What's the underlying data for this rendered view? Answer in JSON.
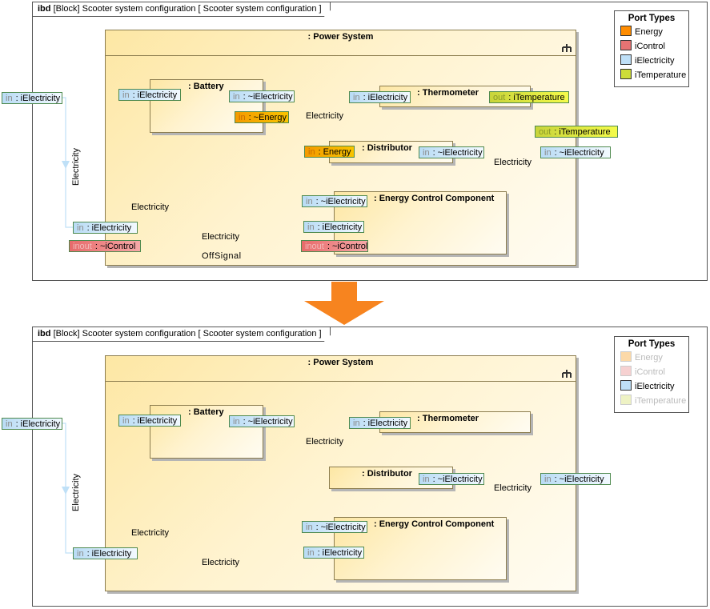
{
  "diagrams": [
    {
      "frame": {
        "kind": "ibd",
        "title": "[Block] Scooter system configuration",
        "context": "[ Scooter system configuration  ]"
      },
      "legend": {
        "title": "Port Types",
        "items": [
          {
            "label": "Energy",
            "color": "#ff8c00",
            "dimmed": false
          },
          {
            "label": "iControl",
            "color": "#e57373",
            "dimmed": false
          },
          {
            "label": "iElectricity",
            "color": "#bfe0f7",
            "dimmed": false
          },
          {
            "label": "iTemperature",
            "color": "#cddc39",
            "dimmed": false
          }
        ]
      },
      "parts": {
        "power_system": ": Power System",
        "battery": ": Battery",
        "thermometer": ": Thermometer",
        "distributor": ": Distributor",
        "ecc": ": Energy Control Component"
      },
      "ports": {
        "outer_in": {
          "dir": "in",
          "type": ": iElectricity"
        },
        "ps_in_elec": {
          "dir": "in",
          "type": ": iElectricity"
        },
        "ps_inout_ctrl": {
          "dir": "inout",
          "type": ": ~iControl"
        },
        "ps_out_temp": {
          "dir": "out",
          "type": ": iTemperature"
        },
        "ps_in_elec_conj": {
          "dir": "in",
          "type": ": ~iElectricity"
        },
        "bat_in_elec": {
          "dir": "in",
          "type": ": iElectricity"
        },
        "bat_in_elec_conj": {
          "dir": "in",
          "type": ": ~iElectricity"
        },
        "bat_in_energy": {
          "dir": "in",
          "type": ": ~Energy"
        },
        "thermo_in_elec": {
          "dir": "in",
          "type": ": iElectricity"
        },
        "thermo_out_temp": {
          "dir": "out",
          "type": ": iTemperature"
        },
        "dist_in_energy": {
          "dir": "in",
          "type": ": Energy"
        },
        "dist_in_elec_conj": {
          "dir": "in",
          "type": ": ~iElectricity"
        },
        "ecc_in_elec_conj": {
          "dir": "in",
          "type": ": ~iElectricity"
        },
        "ecc_in_elec": {
          "dir": "in",
          "type": ": iElectricity"
        },
        "ecc_inout_ctrl": {
          "dir": "inout",
          "type": ": ~iControl"
        }
      },
      "connector_labels": {
        "outer_vertical": "Electricity",
        "bat_thermo": "Electricity",
        "dist_ps": "Electricity",
        "ecc_bat": "Electricity",
        "ps_ecc": "Electricity",
        "ctrl": "OffSignal"
      }
    },
    {
      "frame": {
        "kind": "ibd",
        "title": "[Block] Scooter system configuration",
        "context": "[ Scooter system configuration  ]"
      },
      "legend": {
        "title": "Port Types",
        "items": [
          {
            "label": "Energy",
            "color": "#ff8c00",
            "dimmed": true
          },
          {
            "label": "iControl",
            "color": "#e57373",
            "dimmed": true
          },
          {
            "label": "iElectricity",
            "color": "#bfe0f7",
            "dimmed": false
          },
          {
            "label": "iTemperature",
            "color": "#cddc39",
            "dimmed": true
          }
        ]
      },
      "parts": {
        "power_system": ": Power System",
        "battery": ": Battery",
        "thermometer": ": Thermometer",
        "distributor": ": Distributor",
        "ecc": ": Energy Control Component"
      },
      "ports": {
        "outer_in": {
          "dir": "in",
          "type": ": iElectricity"
        },
        "ps_in_elec": {
          "dir": "in",
          "type": ": iElectricity"
        },
        "ps_in_elec_conj": {
          "dir": "in",
          "type": ": ~iElectricity"
        },
        "bat_in_elec": {
          "dir": "in",
          "type": ": iElectricity"
        },
        "bat_in_elec_conj": {
          "dir": "in",
          "type": ": ~iElectricity"
        },
        "thermo_in_elec": {
          "dir": "in",
          "type": ": iElectricity"
        },
        "dist_in_elec_conj": {
          "dir": "in",
          "type": ": ~iElectricity"
        },
        "ecc_in_elec_conj": {
          "dir": "in",
          "type": ": ~iElectricity"
        },
        "ecc_in_elec": {
          "dir": "in",
          "type": ": iElectricity"
        }
      },
      "connector_labels": {
        "outer_vertical": "Electricity",
        "bat_thermo": "Electricity",
        "dist_ps": "Electricity",
        "ecc_bat": "Electricity",
        "ps_ecc": "Electricity"
      }
    }
  ],
  "transition_arrow": {
    "icon": "down-arrow-icon",
    "color": "#f7841f"
  }
}
